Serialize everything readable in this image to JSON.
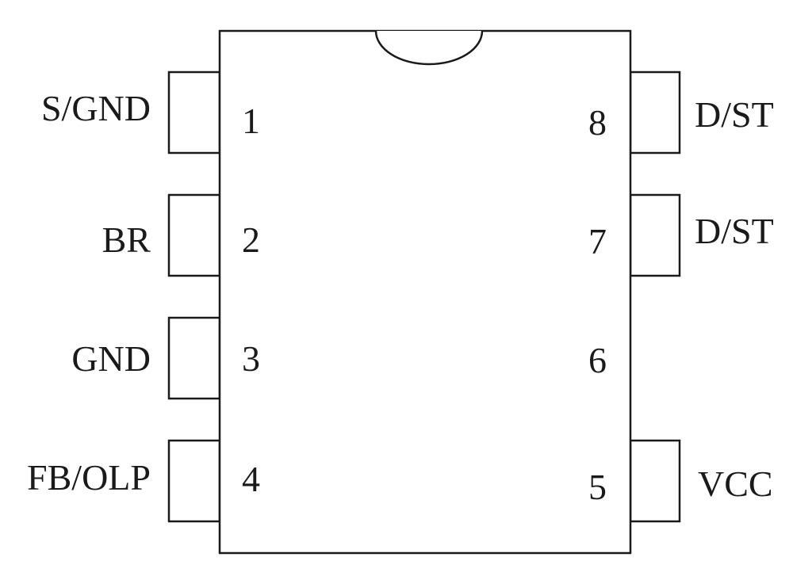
{
  "package": {
    "left_pins": [
      {
        "number": "1",
        "label": "S/GND"
      },
      {
        "number": "2",
        "label": "BR"
      },
      {
        "number": "3",
        "label": "GND"
      },
      {
        "number": "4",
        "label": "FB/OLP"
      }
    ],
    "right_pins": [
      {
        "number": "8",
        "label": "D/ST",
        "has_lead": true
      },
      {
        "number": "7",
        "label": "D/ST",
        "has_lead": true
      },
      {
        "number": "6",
        "label": "",
        "has_lead": false
      },
      {
        "number": "5",
        "label": "VCC",
        "has_lead": true
      }
    ]
  }
}
